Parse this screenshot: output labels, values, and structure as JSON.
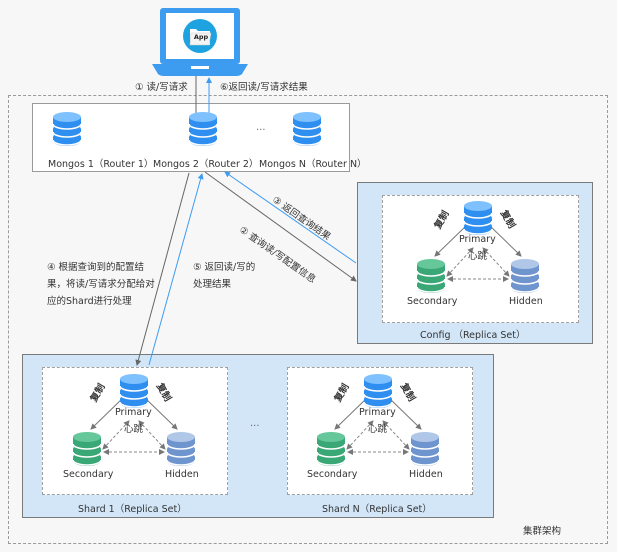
{
  "app": {
    "label": "App"
  },
  "cluster": {
    "label": "集群架构"
  },
  "mongos": {
    "items": [
      {
        "label": "Mongos 1（Router 1）"
      },
      {
        "label": "Mongos 2（Router 2）"
      },
      {
        "label": "Mongos N（Router N）"
      }
    ],
    "ellipsis": "…"
  },
  "steps": {
    "s1": "① 读/写请求",
    "s2": "② 查询读/写配置信息",
    "s3": "③ 返回查询结果",
    "s4_l1": "④ 根据查询到的配置结",
    "s4_l2": "果，将读/写请求分配给对",
    "s4_l3": "应的Shard进行处理",
    "s5_l1": "⑤ 返回读/写的",
    "s5_l2": "处理结果",
    "s6": "⑥返回读/写请求结果"
  },
  "replica": {
    "primary": "Primary",
    "secondary": "Secondary",
    "hidden": "Hidden",
    "replicate": "复制",
    "heartbeat": "心跳"
  },
  "config": {
    "label": "Config （Replica Set）"
  },
  "shards": {
    "items": [
      {
        "label": "Shard 1（Replica Set）"
      },
      {
        "label": "Shard N（Replica Set）"
      }
    ],
    "ellipsis": "…"
  },
  "colors": {
    "primary": "#2e8ff0",
    "primary_top": "#7fc1ff",
    "secondary": "#3aa876",
    "secondary_top": "#66c79a",
    "hidden": "#6f95cf",
    "hidden_top": "#b1c7e8",
    "laptop": "#3d9cf0",
    "app_circle": "#1fa3e0",
    "arrow_blue": "#3c9cf2",
    "arrow_gray": "#666666",
    "panel_blue": "#d2e6f8"
  }
}
